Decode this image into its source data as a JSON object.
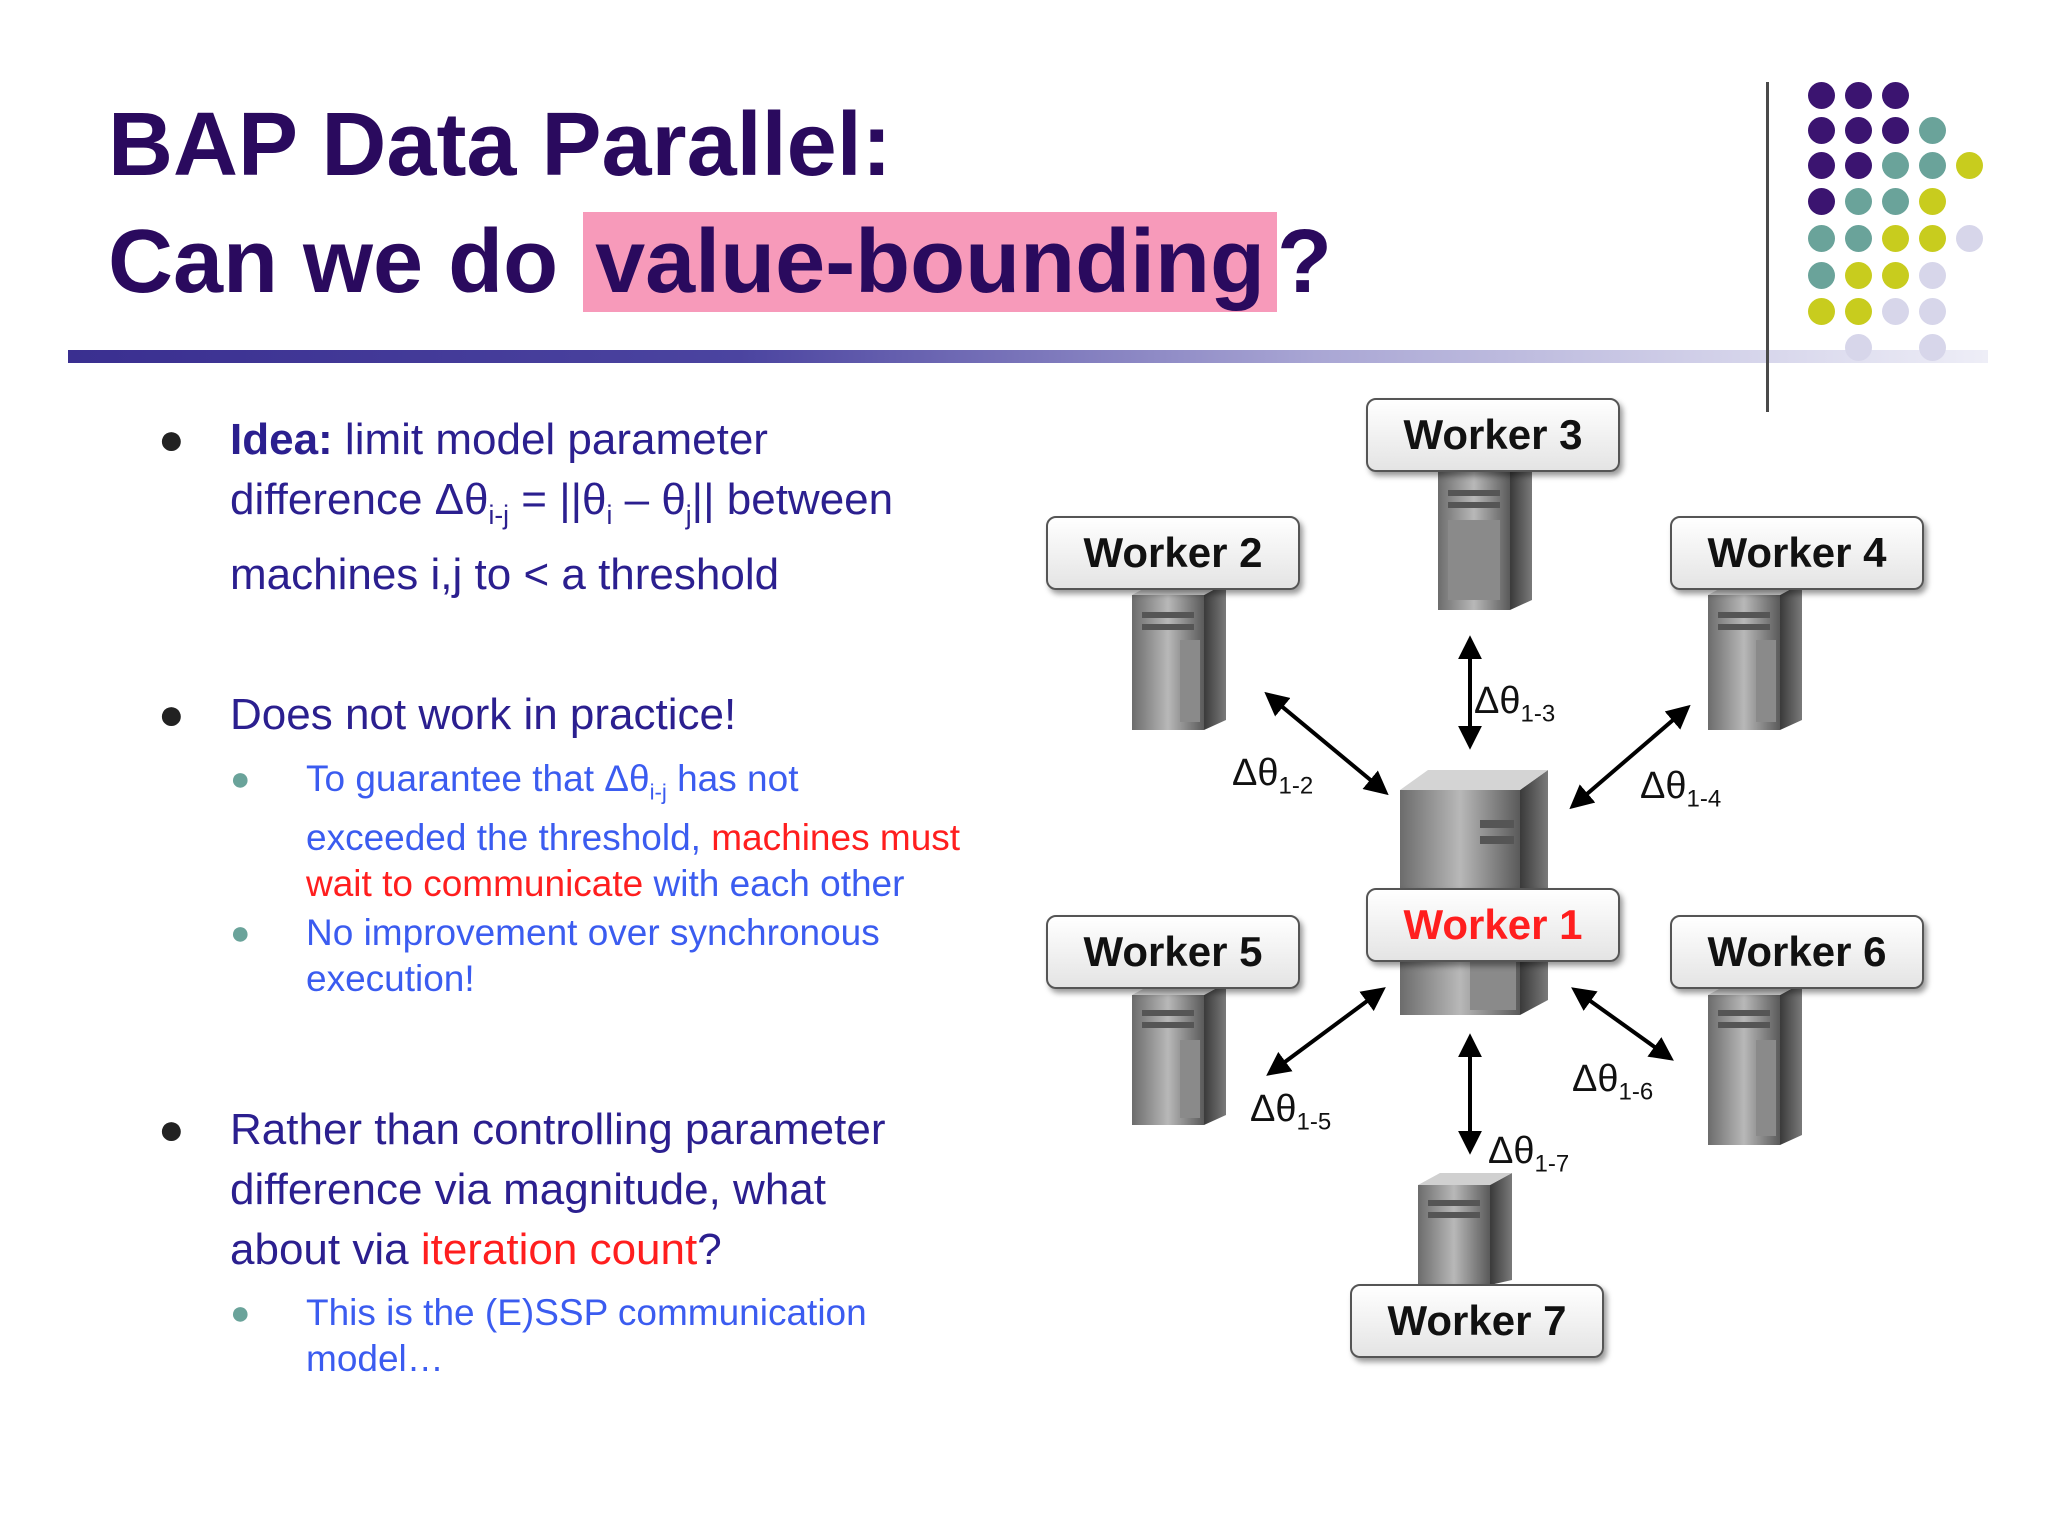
{
  "title": {
    "line1": "BAP Data Parallel:",
    "line2_pre": "Can we do ",
    "line2_highlight": "value-bounding",
    "line2_post": "?"
  },
  "bullets": {
    "b1": {
      "label": "Idea:",
      "text_a": " limit model parameter",
      "text_b": "difference Δθ",
      "sub_a": "i-j",
      "text_c": " = ||θ",
      "sub_b": "i",
      "text_d": " – θ",
      "sub_c": "j",
      "text_e": "|| between",
      "text_f": "machines i,j to < a threshold"
    },
    "b2": {
      "text": "Does not work in practice!",
      "s1": {
        "a": "To guarantee that Δθ",
        "sub": "i-j",
        "b": " has not",
        "c": "exceeded the threshold, ",
        "red1": "machines must",
        "red2": "wait to communicate",
        "d": " with each other"
      },
      "s2": {
        "line1": "No improvement over synchronous",
        "line2": "execution!"
      }
    },
    "b3": {
      "line1": "Rather than controlling parameter",
      "line2": "difference via magnitude, what",
      "line3_pre": "about via ",
      "line3_red": "iteration count",
      "line3_post": "?",
      "s1": {
        "line1": "This is the (E)SSP communication",
        "line2": "model…"
      }
    }
  },
  "diagram": {
    "workers": [
      "Worker 1",
      "Worker 2",
      "Worker 3",
      "Worker 4",
      "Worker 5",
      "Worker 6",
      "Worker 7"
    ],
    "delta_symbol": "Δθ",
    "deltas": [
      "1-2",
      "1-3",
      "1-4",
      "1-5",
      "1-6",
      "1-7"
    ]
  },
  "colors": {
    "title": "#2a0a5e",
    "body_text": "#2b1f8f",
    "sub_text": "#3b5cf0",
    "emphasis_red": "#ff1e1e",
    "highlight": "#f79aba",
    "dot_purple": "#3b1470",
    "dot_teal": "#6aa39a",
    "dot_lime": "#c8cc1e",
    "dot_lavender": "#d7d6ea"
  }
}
